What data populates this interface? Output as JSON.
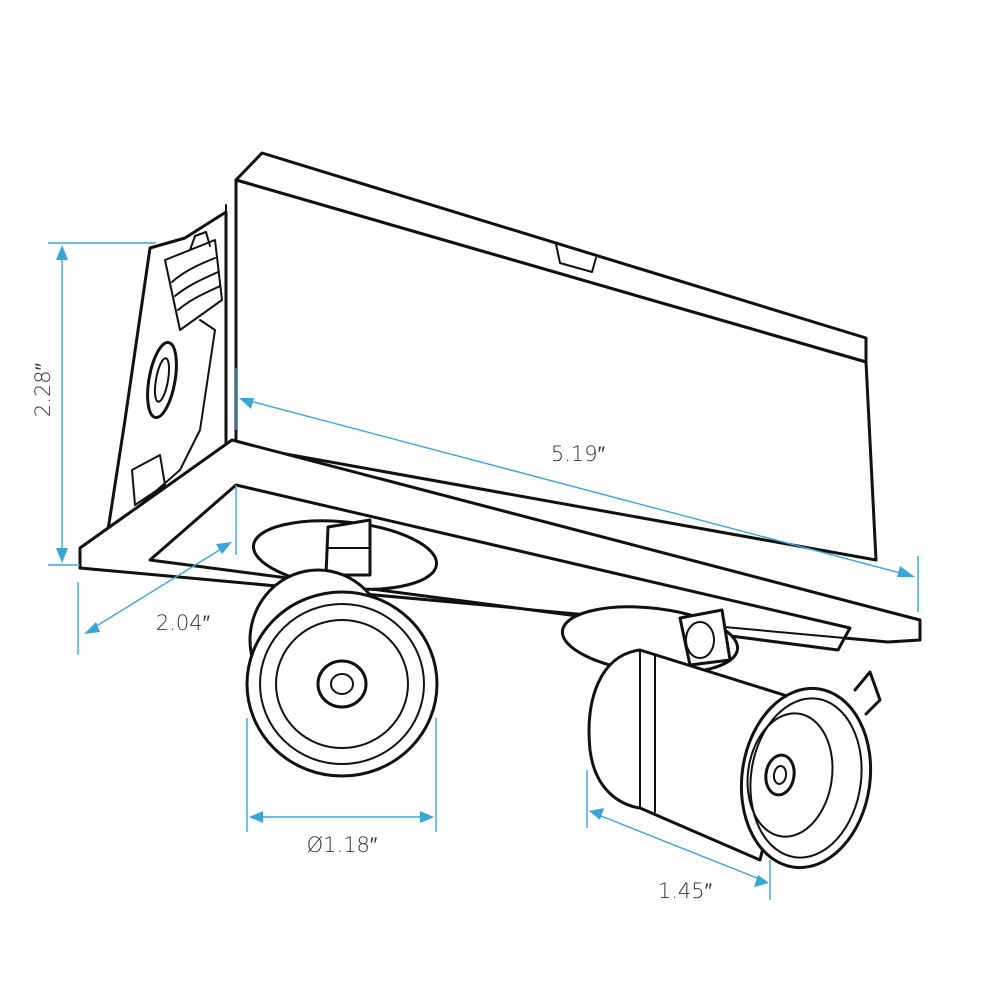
{
  "colors": {
    "dimension": "#3aa6d8",
    "outline": "#111111",
    "label": "#333333"
  },
  "dimensions": {
    "height": "2.28″",
    "length": "5.19″",
    "width": "2.04″",
    "diameter": "Ø1.18″",
    "fixture_length": "1.45″"
  }
}
